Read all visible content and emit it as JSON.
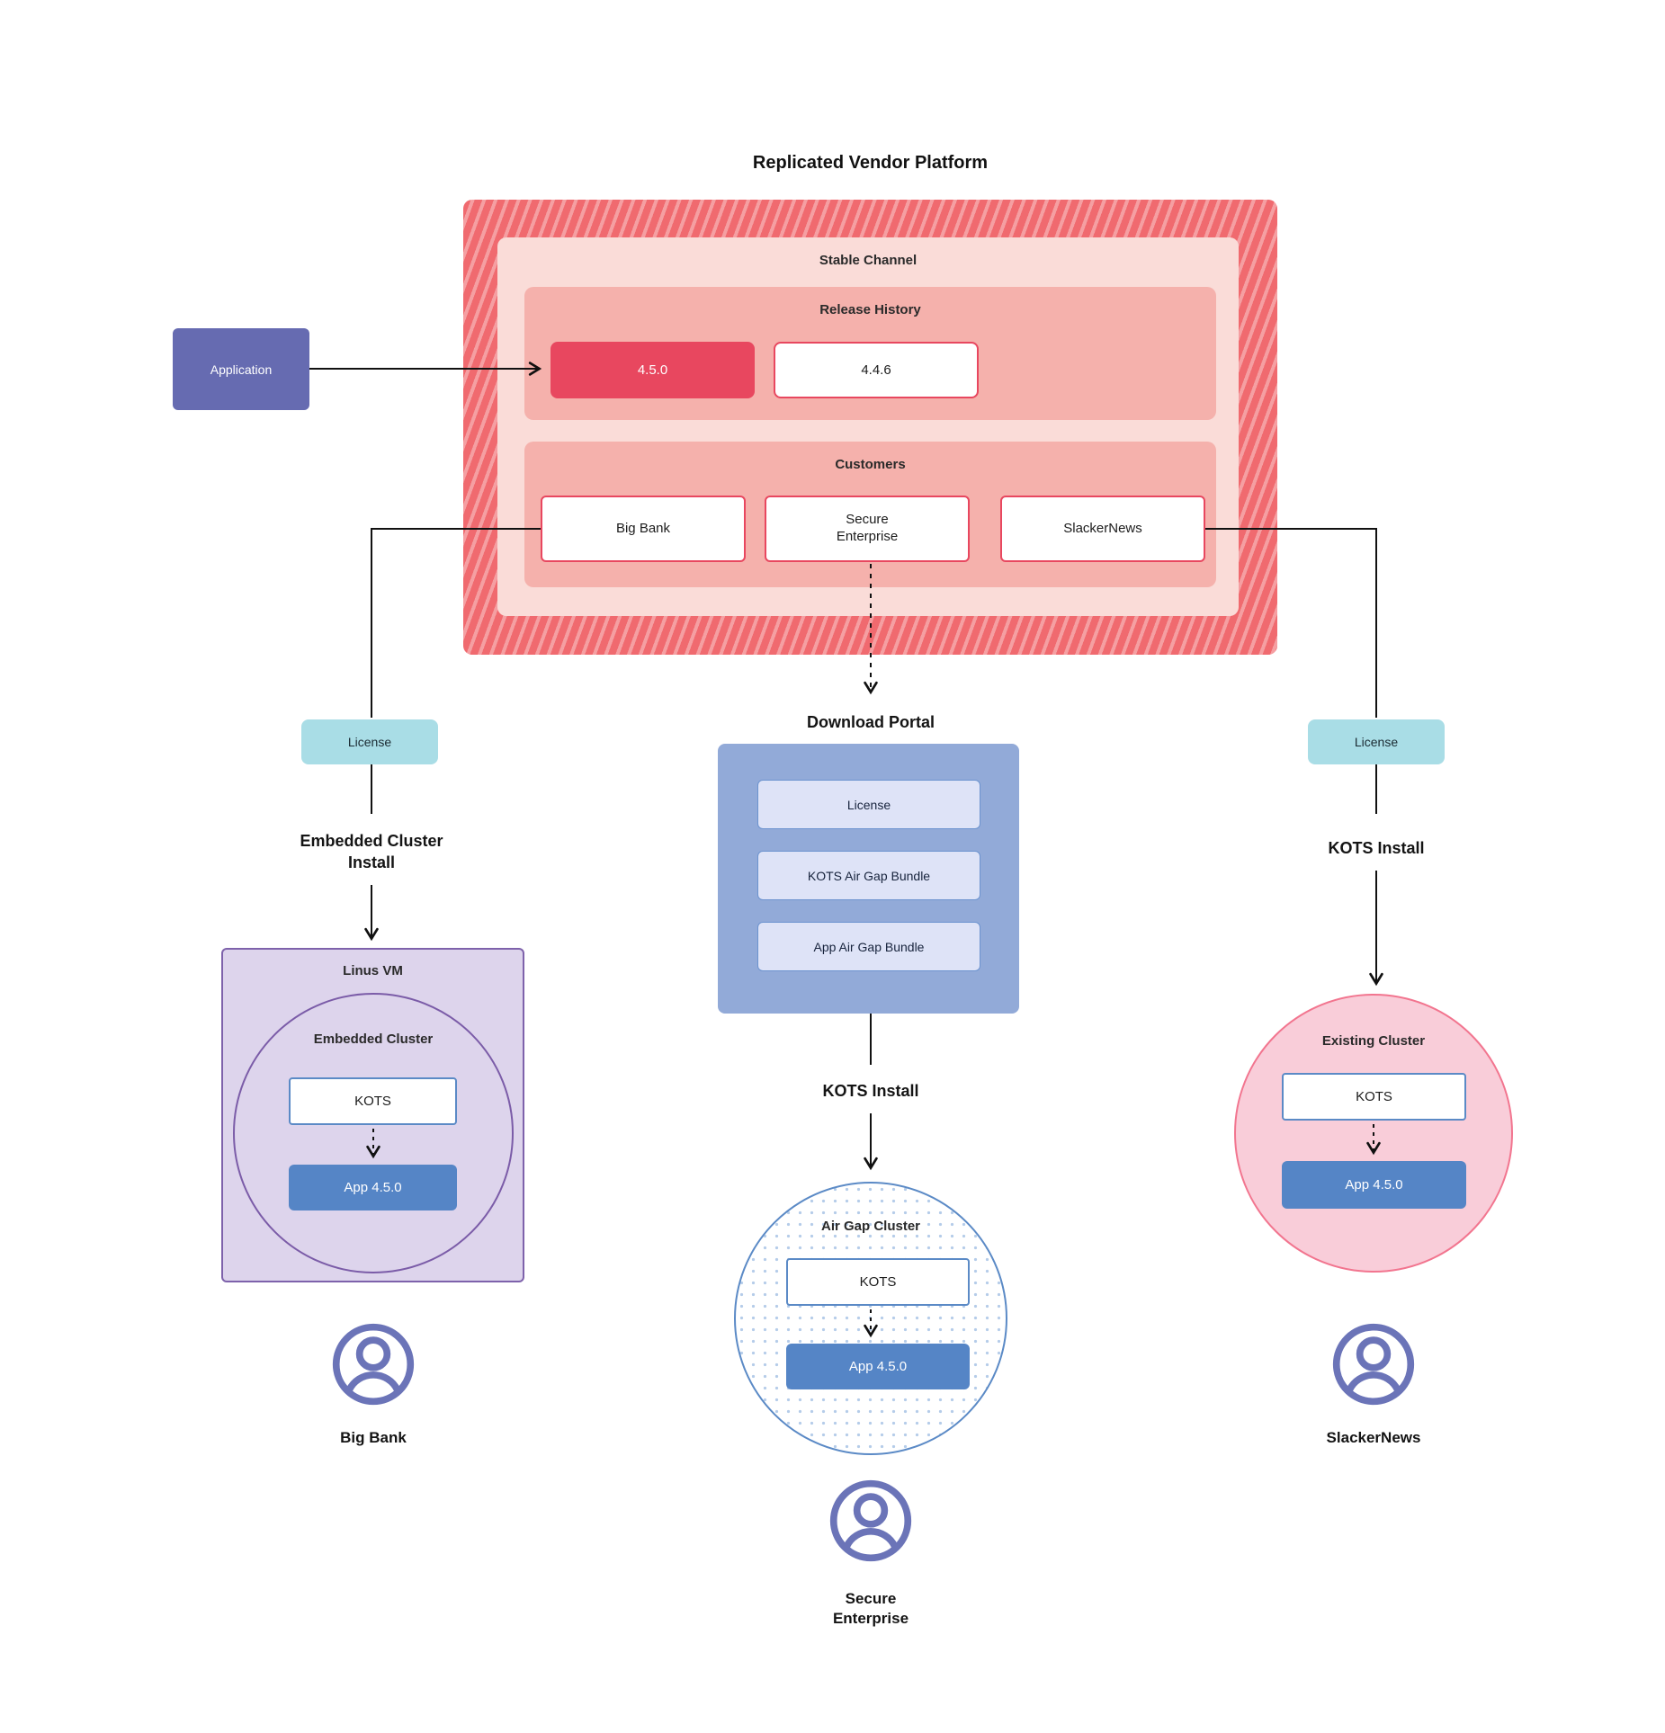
{
  "title": "Replicated Vendor Platform",
  "colors": {
    "platform_red": "#f06a6f",
    "platform_stripe": "#f59fa2",
    "stable_pink": "#fadcd8",
    "inner_pink": "#f5b1ac",
    "release_highlight": "#e8475f",
    "application_purple": "#666bb1",
    "license_teal": "#a9dde6",
    "portal_blue": "#92aad8",
    "portal_item_lavender": "#dee3f7",
    "app_blue": "#5585c6",
    "kots_border_blue": "#5b8ac6",
    "vm_purple": "#ddd4ec",
    "vm_border_purple": "#7e62ab",
    "existing_pink": "#f9cdd9",
    "existing_border": "#f2758f",
    "persona_icon_purple": "#6b74b8"
  },
  "application": {
    "label": "Application"
  },
  "platform": {
    "label_stable": "Stable Channel",
    "label_release_history": "Release History",
    "releases": [
      "4.5.0",
      "4.4.6"
    ],
    "label_customers": "Customers",
    "customers": [
      "Big Bank",
      "Secure\nEnterprise",
      "SlackerNews"
    ]
  },
  "left_flow": {
    "license": "License",
    "install_method": "Embedded Cluster\nInstall",
    "vm_label": "Linus VM",
    "cluster_label": "Embedded Cluster",
    "kots": "KOTS",
    "app": "App 4.5.0",
    "persona": "Big Bank"
  },
  "center_flow": {
    "portal_title": "Download  Portal",
    "portal_items": [
      "License",
      "KOTS Air Gap Bundle",
      "App Air Gap Bundle"
    ],
    "install_method": "KOTS Install",
    "cluster_label": "Air Gap Cluster",
    "kots": "KOTS",
    "app": "App 4.5.0",
    "persona": "Secure\nEnterprise"
  },
  "right_flow": {
    "license": "License",
    "install_method": "KOTS Install",
    "cluster_label": "Existing Cluster",
    "kots": "KOTS",
    "app": "App 4.5.0",
    "persona": "SlackerNews"
  }
}
